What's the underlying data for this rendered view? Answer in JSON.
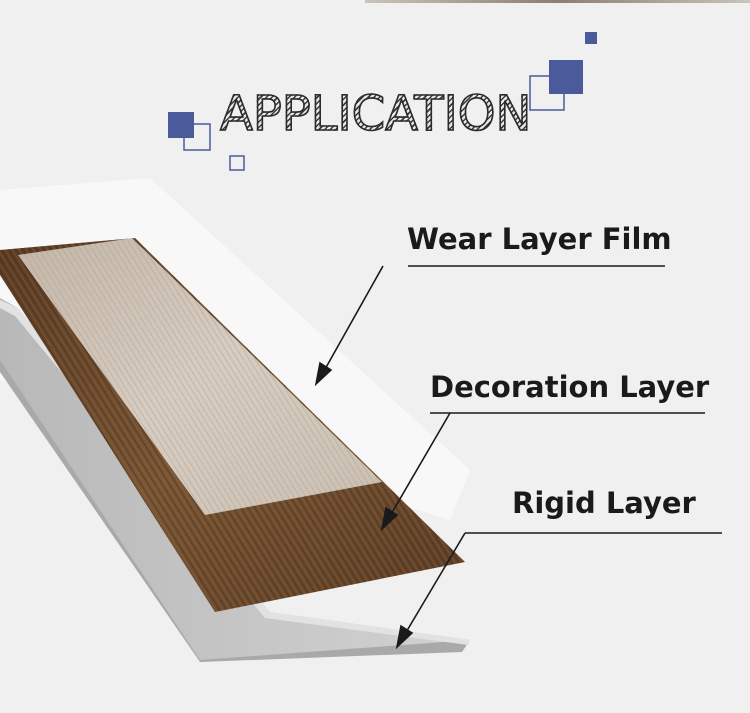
{
  "heading": "APPLICATION",
  "layers": [
    {
      "id": "wear",
      "label": "Wear Layer Film"
    },
    {
      "id": "decoration",
      "label": "Decoration Layer"
    },
    {
      "id": "rigid",
      "label": "Rigid Layer"
    }
  ],
  "colors": {
    "background": "#f0f0f0",
    "accent": "#4a5a9a",
    "wear_film": "#d9cfc4",
    "decoration": "#6b4a2e",
    "rigid": "#c4c4c4",
    "line": "#1a1a1a"
  }
}
